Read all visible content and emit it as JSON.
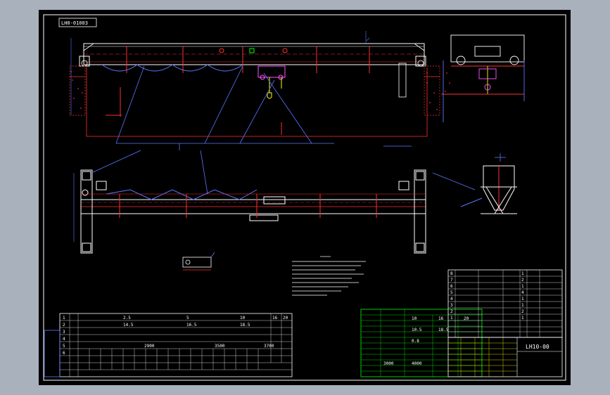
{
  "drawing": {
    "header_tag": "LH0-01003",
    "title_code": "LH10-00",
    "main_table": {
      "rows": [
        [
          "1",
          "",
          "2.5",
          "",
          "5",
          "",
          "10",
          "",
          "16",
          "20"
        ],
        [
          "2",
          "",
          "14.5",
          "",
          "16.5",
          "",
          "18.5",
          "",
          "",
          ""
        ],
        [
          "3",
          "",
          "",
          "",
          "",
          "",
          "",
          "",
          "",
          ""
        ],
        [
          "4",
          "",
          "",
          "",
          "",
          "",
          "",
          "",
          "",
          ""
        ],
        [
          "5",
          "",
          "2900",
          "",
          "",
          "",
          "3500",
          "",
          "",
          "3700"
        ],
        [
          "6",
          "",
          "",
          "",
          "",
          "",
          "",
          "",
          "",
          ""
        ]
      ]
    },
    "spec_block": {
      "values": [
        "10",
        "16",
        "20",
        "10.5",
        "18.5",
        "0.8",
        "3000",
        "4000"
      ]
    },
    "parts_list": {
      "rows": [
        [
          "8",
          "",
          "",
          "",
          "1",
          "",
          ""
        ],
        [
          "7",
          "",
          "",
          "",
          "2",
          "",
          ""
        ],
        [
          "6",
          "",
          "",
          "",
          "1",
          "",
          ""
        ],
        [
          "5",
          "",
          "",
          "",
          "4",
          "",
          ""
        ],
        [
          "4",
          "",
          "",
          "",
          "1",
          "",
          ""
        ],
        [
          "3",
          "",
          "",
          "",
          "1",
          "",
          ""
        ],
        [
          "2",
          "",
          "",
          "",
          "2",
          "",
          ""
        ],
        [
          "1",
          "",
          "",
          "",
          "1",
          "",
          ""
        ]
      ]
    }
  }
}
